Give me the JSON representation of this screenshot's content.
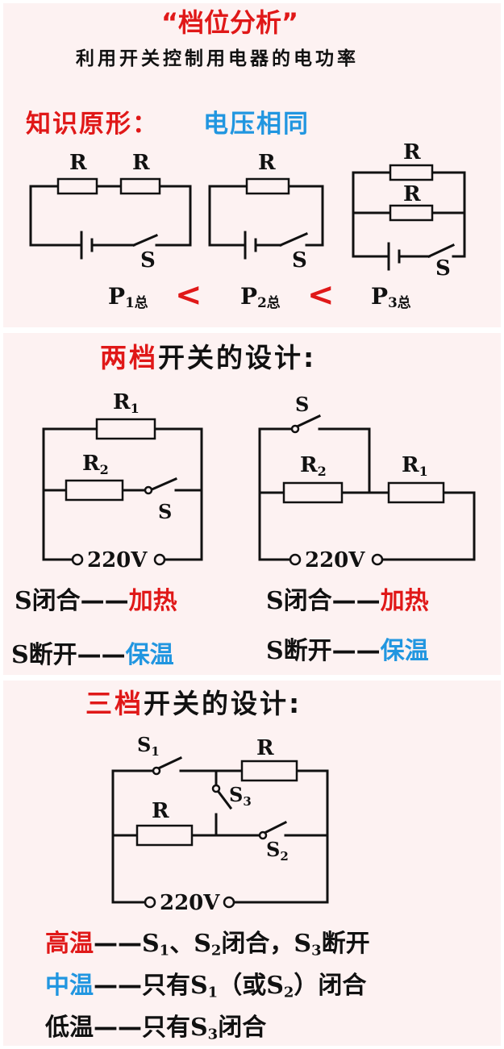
{
  "section1": {
    "title": "“档位分析”",
    "subtitle": "利用开关控制用电器的电功率",
    "prototype_label": "知识原形：",
    "prototype_value": "电压相同",
    "resistor_label": "R",
    "switch_label": "S",
    "p1": "P",
    "p1_sub": "1总",
    "p2": "P",
    "p2_sub": "2总",
    "p3": "P",
    "p3_sub": "3总",
    "lt": "<"
  },
  "section2": {
    "title_red": "两档",
    "title_black": "开关的设计:",
    "r1": "R",
    "r1_sub": "1",
    "r2": "R",
    "r2_sub": "2",
    "switch_label": "S",
    "voltage": "220V",
    "left": {
      "closed_s": "S",
      "closed_text": "闭合",
      "closed_dash": "——",
      "closed_mode": "加热",
      "open_s": "S",
      "open_text": "断开",
      "open_dash": "——",
      "open_mode": "保温"
    },
    "right": {
      "closed_s": "S",
      "closed_text": "闭合",
      "closed_dash": "——",
      "closed_mode": "加热",
      "open_s": "S",
      "open_text": "断开",
      "open_dash": "——",
      "open_mode": "保温"
    }
  },
  "section3": {
    "title_red": "三档",
    "title_black": "开关的设计:",
    "resistor_label": "R",
    "s": "S",
    "s1_sub": "1",
    "s2_sub": "2",
    "s3_sub": "3",
    "voltage": "220V",
    "high_mode": "高温",
    "high_dash": "——",
    "high_s1": "S",
    "high_s1_sub": "1",
    "high_sep": "、",
    "high_s2": "S",
    "high_s2_sub": "2",
    "high_closed": "闭合，",
    "high_s3": "S",
    "high_s3_sub": "3",
    "high_open": "断开",
    "mid_mode": "中温",
    "mid_dash": "——",
    "mid_only": "只有",
    "mid_s1": "S",
    "mid_s1_sub": "1",
    "mid_or_open": "（或",
    "mid_s2": "S",
    "mid_s2_sub": "2",
    "mid_or_close": "）",
    "mid_closed": "闭合",
    "low_mode": "低温",
    "low_dash": "——",
    "low_only": "只有",
    "low_s3": "S",
    "low_s3_sub": "3",
    "low_closed": "闭合"
  },
  "colors": {
    "accent_red": "#e01818",
    "accent_blue": "#2196e0",
    "panel_bg": "#fdf2f2",
    "wire": "#111111"
  }
}
